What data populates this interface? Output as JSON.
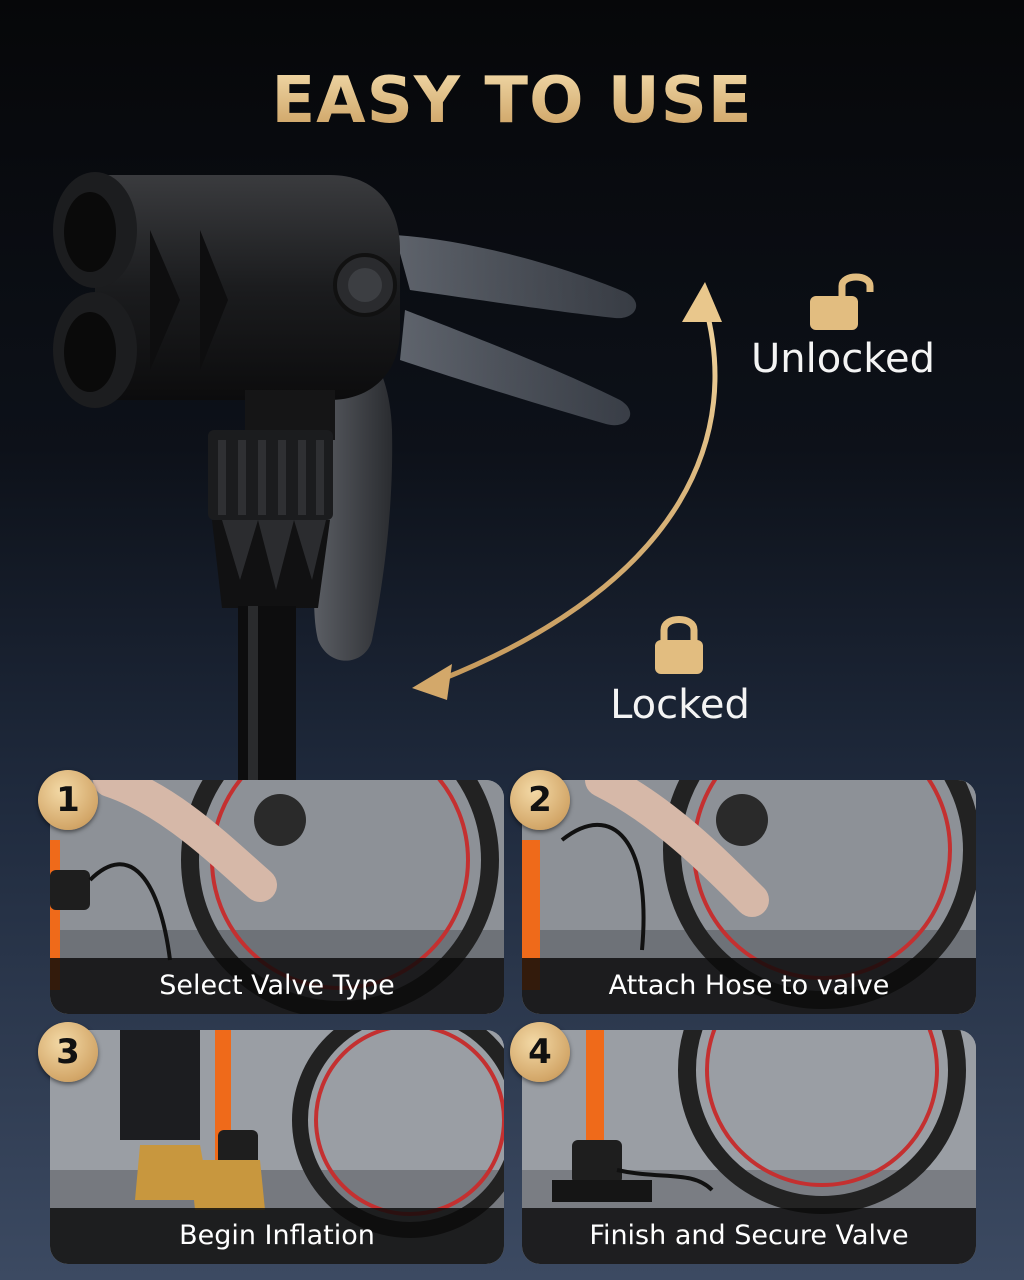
{
  "headline": "EASY TO USE",
  "lock_states": {
    "unlocked_label": "Unlocked",
    "locked_label": "Locked",
    "unlocked_icon": "unlocked-padlock-icon",
    "locked_icon": "locked-padlock-icon"
  },
  "colors": {
    "gold": "#d9b273",
    "caption_bg": "#0a0a0a",
    "pump_orange": "#ef6a1a"
  },
  "steps": [
    {
      "number": "1",
      "label": "Select Valve Type"
    },
    {
      "number": "2",
      "label": "Attach Hose to valve"
    },
    {
      "number": "3",
      "label": "Begin Inflation"
    },
    {
      "number": "4",
      "label": "Finish and Secure Valve"
    }
  ]
}
